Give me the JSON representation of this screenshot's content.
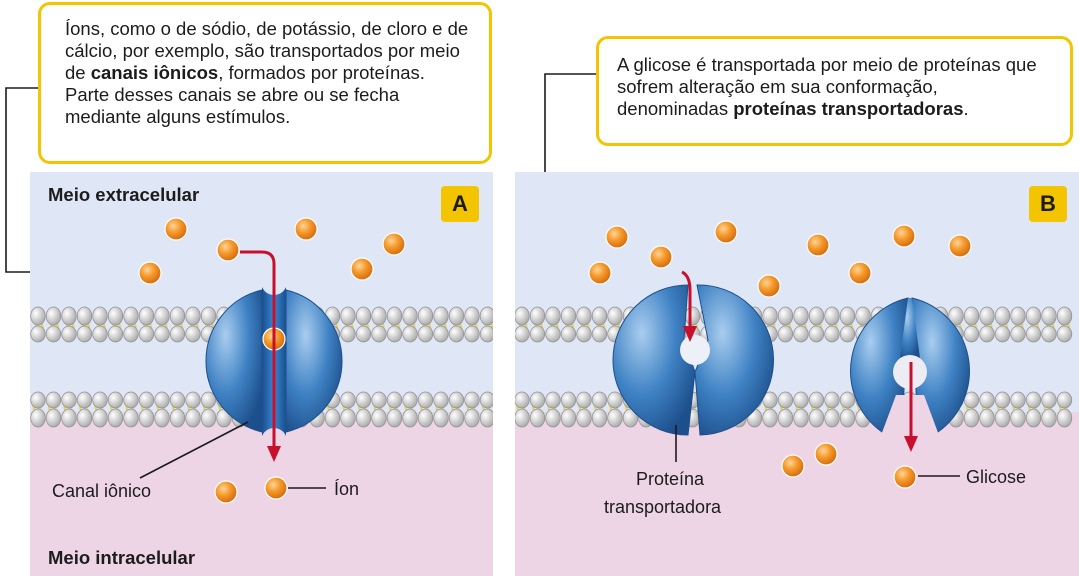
{
  "callout_a": {
    "text_before": "Íons, como o de sódio, de potássio, de cloro e de cálcio, por exemplo, são transportados por meio de ",
    "bold": "canais iônicos",
    "text_after": ", formados por proteínas. Parte desses canais se abre ou se fecha mediante alguns estímulos."
  },
  "callout_b": {
    "text_before": "A glicose é transportada por meio de proteínas que sofrem alteração em sua conformação, denominadas ",
    "bold": "proteínas transportadoras",
    "text_after": "."
  },
  "labels": {
    "extracellular": "Meio extracelular",
    "intracellular": "Meio intracelular",
    "ion_channel": "Canal iônico",
    "ion": "Íon",
    "transporter_line1": "Proteína",
    "transporter_line2": "transportadora",
    "glucose": "Glicose"
  },
  "panels": {
    "a": "A",
    "b": "B"
  },
  "colors": {
    "extracellular_bg": "#dfe6f5",
    "intracellular_bg": "#edd5e6",
    "membrane_head": "#d8d8d8",
    "membrane_tail": "#e6d35a",
    "protein_blue": "#3d7fc0",
    "particle_orange": "#f08a1e",
    "arrow_red": "#c8102e",
    "callout_border": "#f2c500"
  }
}
